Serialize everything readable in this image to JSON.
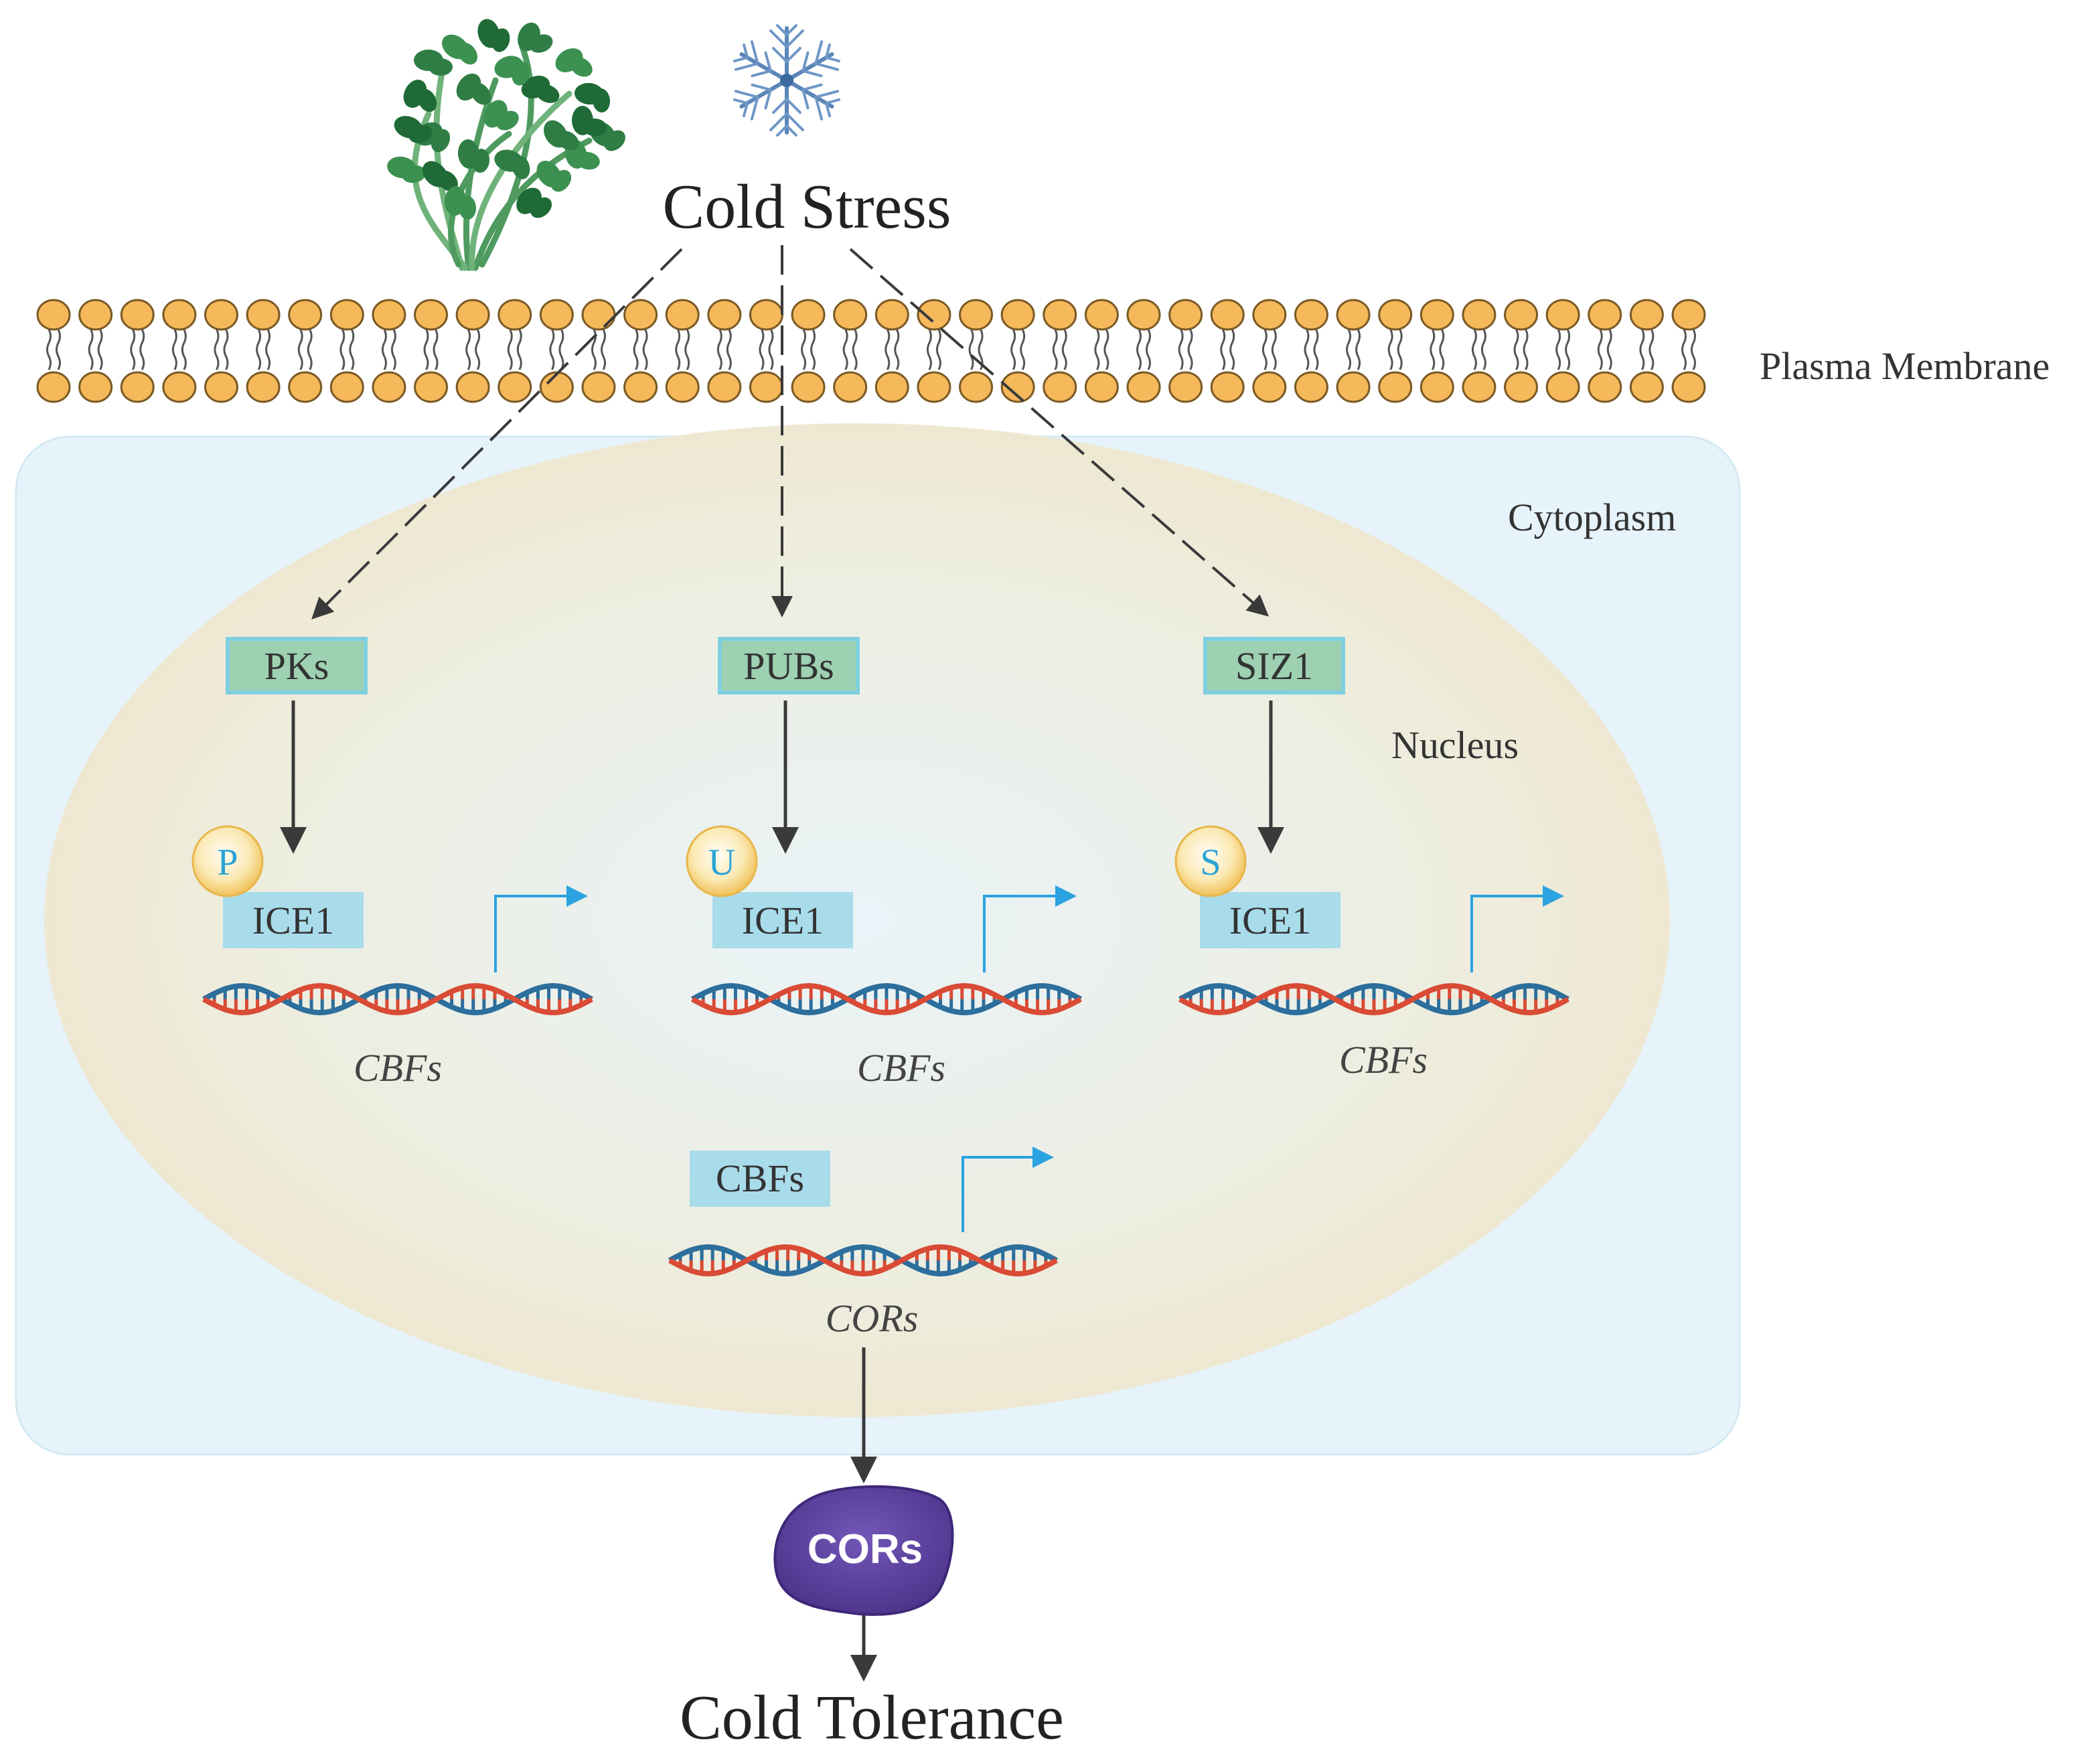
{
  "title": "Cold Stress",
  "outcome": "Cold Tolerance",
  "compartments": {
    "membrane": "Plasma Membrane",
    "cytoplasm": "Cytoplasm",
    "nucleus": "Nucleus"
  },
  "icons": {
    "plant": "plant-icon",
    "snowflake": "snowflake-icon"
  },
  "pathways": [
    {
      "regulator": "PKs",
      "modification": "P",
      "target": "ICE1",
      "gene": "CBFs"
    },
    {
      "regulator": "PUBs",
      "modification": "U",
      "target": "ICE1",
      "gene": "CBFs"
    },
    {
      "regulator": "SIZ1",
      "modification": "S",
      "target": "ICE1",
      "gene": "CBFs"
    }
  ],
  "downstream": {
    "factor": "CBFs",
    "gene": "CORs",
    "protein": "CORs"
  },
  "colors": {
    "regulator_fill": "#9dd1b1",
    "regulator_border": "#7fcfe0",
    "ice1_fill": "#a9dceb",
    "modification_ring": "#f3c766",
    "modification_text": "#2ba3d6",
    "cytoplasm": "#e6f3fa",
    "nucleus": "#efe8d2",
    "lipid_head": "#f5b85a",
    "dna_red": "#d94b35",
    "dna_blue": "#2c6e9c",
    "promoter_arrow": "#2ba3e0",
    "protein": "#5b3f9e"
  }
}
